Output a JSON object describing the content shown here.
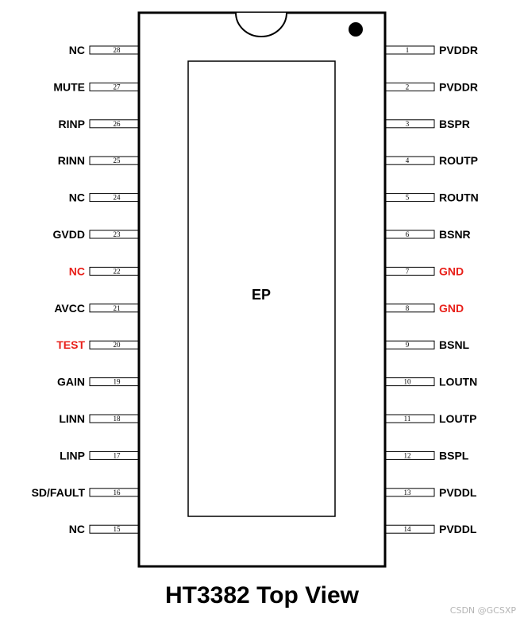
{
  "title": "HT3382 Top View",
  "pad_label": "EP",
  "watermark": "CSDN @GCSXP",
  "colors": {
    "default": "#000000",
    "highlight": "#e8201a"
  },
  "left_pins": [
    {
      "num": "28",
      "name": "NC"
    },
    {
      "num": "27",
      "name": "MUTE"
    },
    {
      "num": "26",
      "name": "RINP"
    },
    {
      "num": "25",
      "name": "RINN"
    },
    {
      "num": "24",
      "name": "NC"
    },
    {
      "num": "23",
      "name": "GVDD"
    },
    {
      "num": "22",
      "name": "NC",
      "highlight": true
    },
    {
      "num": "21",
      "name": "AVCC"
    },
    {
      "num": "20",
      "name": "TEST",
      "highlight": true
    },
    {
      "num": "19",
      "name": "GAIN"
    },
    {
      "num": "18",
      "name": "LINN"
    },
    {
      "num": "17",
      "name": "LINP"
    },
    {
      "num": "16",
      "name": "SD/FAULT"
    },
    {
      "num": "15",
      "name": "NC"
    }
  ],
  "right_pins": [
    {
      "num": "1",
      "name": "PVDDR"
    },
    {
      "num": "2",
      "name": "PVDDR"
    },
    {
      "num": "3",
      "name": "BSPR"
    },
    {
      "num": "4",
      "name": "ROUTP"
    },
    {
      "num": "5",
      "name": "ROUTN"
    },
    {
      "num": "6",
      "name": "BSNR"
    },
    {
      "num": "7",
      "name": "GND",
      "highlight": true
    },
    {
      "num": "8",
      "name": "GND",
      "highlight": true
    },
    {
      "num": "9",
      "name": "BSNL"
    },
    {
      "num": "10",
      "name": "LOUTN"
    },
    {
      "num": "11",
      "name": "LOUTP"
    },
    {
      "num": "12",
      "name": "BSPL"
    },
    {
      "num": "13",
      "name": "PVDDL"
    },
    {
      "num": "14",
      "name": "PVDDL"
    }
  ]
}
